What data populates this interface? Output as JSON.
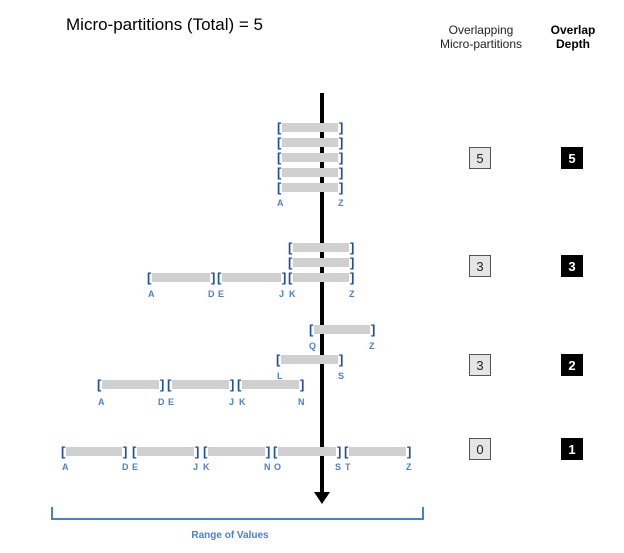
{
  "title": "Micro-partitions (Total) = 5",
  "columns": {
    "overlapping_line1": "Overlapping",
    "overlapping_line2": "Micro-partitions",
    "depth_line1": "Overlap",
    "depth_line2": "Depth"
  },
  "rows": [
    {
      "overlapping": "5",
      "depth": "5",
      "labels": {
        "a": "A",
        "z": "Z"
      }
    },
    {
      "overlapping": "3",
      "depth": "3",
      "labels": {
        "a": "A",
        "d": "D",
        "e": "E",
        "j": "J",
        "k": "K",
        "z": "Z"
      }
    },
    {
      "overlapping": "3",
      "depth": "2",
      "labels": {
        "q": "Q",
        "z": "Z",
        "l": "L",
        "s": "S",
        "a": "A",
        "d": "D",
        "e": "E",
        "j": "J",
        "k": "K",
        "n": "N"
      }
    },
    {
      "overlapping": "0",
      "depth": "1",
      "labels": {
        "a": "A",
        "d": "D",
        "e": "E",
        "j": "J",
        "k": "K",
        "n": "N",
        "o": "O",
        "s": "S",
        "t": "T",
        "z": "Z"
      }
    }
  ],
  "range_label": "Range of Values",
  "colors": {
    "accent": "#4a7fd0",
    "bracket": "#1f4e9a",
    "bar": "#d0d0d0"
  }
}
